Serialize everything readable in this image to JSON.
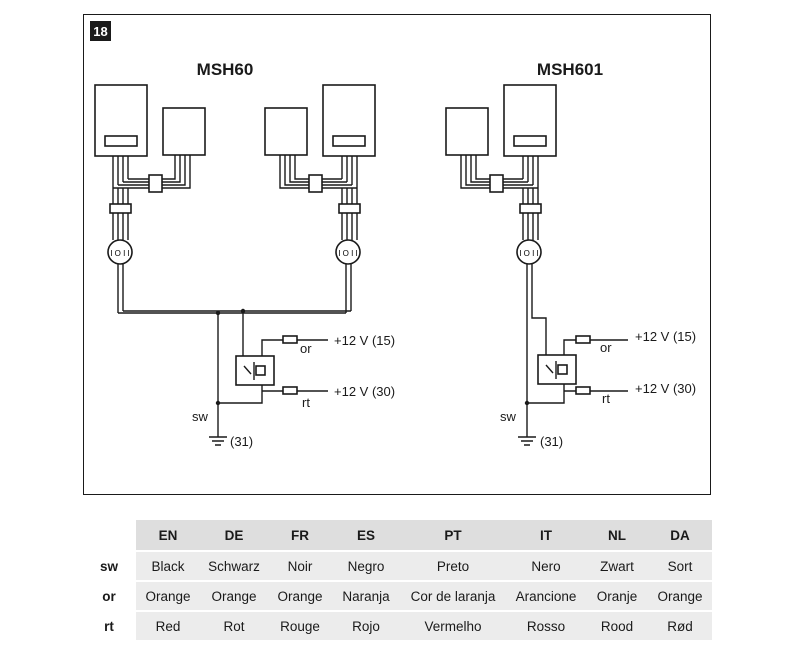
{
  "figure_number": "18",
  "diagrams": [
    {
      "title": "MSH60"
    },
    {
      "title": "MSH601"
    }
  ],
  "labels": {
    "plus12_15": "+12 V (15)",
    "plus12_30": "+12 V (30)",
    "or": "or",
    "rt": "rt",
    "sw": "sw",
    "ground": "(31)"
  },
  "table": {
    "columns": [
      "EN",
      "DE",
      "FR",
      "ES",
      "PT",
      "IT",
      "NL",
      "DA"
    ],
    "rows": [
      {
        "key": "sw",
        "values": [
          "Black",
          "Schwarz",
          "Noir",
          "Negro",
          "Preto",
          "Nero",
          "Zwart",
          "Sort"
        ]
      },
      {
        "key": "or",
        "values": [
          "Orange",
          "Orange",
          "Orange",
          "Naranja",
          "Cor de laranja",
          "Arancione",
          "Oranje",
          "Orange"
        ]
      },
      {
        "key": "rt",
        "values": [
          "Red",
          "Rot",
          "Rouge",
          "Rojo",
          "Vermelho",
          "Rosso",
          "Rood",
          "Rød"
        ]
      }
    ]
  }
}
